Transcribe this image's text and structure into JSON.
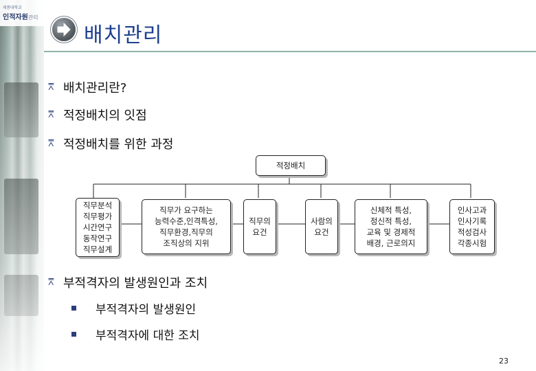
{
  "logo": {
    "small_text": "세종대학교",
    "main_text": "인적자원",
    "sub_text": "관리"
  },
  "header": {
    "title": "배치관리",
    "arrow_icon": "arrow-right-circle-icon"
  },
  "bullets": [
    {
      "mark": "⩞",
      "text": "배치관리란?"
    },
    {
      "mark": "⩞",
      "text": "적정배치의 잇점"
    },
    {
      "mark": "⩞",
      "text": "적정배치를 위한 과정"
    },
    {
      "mark": "⩞",
      "text": "부적격자의 발생원인과 조치"
    }
  ],
  "sub_bullets": [
    {
      "text": "부적격자의 발생원인"
    },
    {
      "text": "부적격자에 대한 조치"
    }
  ],
  "diagram": {
    "top": "적정배치",
    "boxes": [
      "직무분석\n직무평가\n시간연구\n동작연구\n직무설계",
      "직무가 요구하는\n능력수준,인격특성,\n직무환경,직무의\n조직상의 지위",
      "직무의\n요건",
      "사람의\n요건",
      "신체적 특성,\n정신적 특성,\n교육 및 경제적\n배경, 근로의지",
      "인사고과\n인사기록\n적성검사\n각종시험"
    ]
  },
  "page_number": "23",
  "colors": {
    "title": "#1d3f8f",
    "bullet_mark": "#2b3d7c",
    "rule": "#8fb3a7"
  }
}
